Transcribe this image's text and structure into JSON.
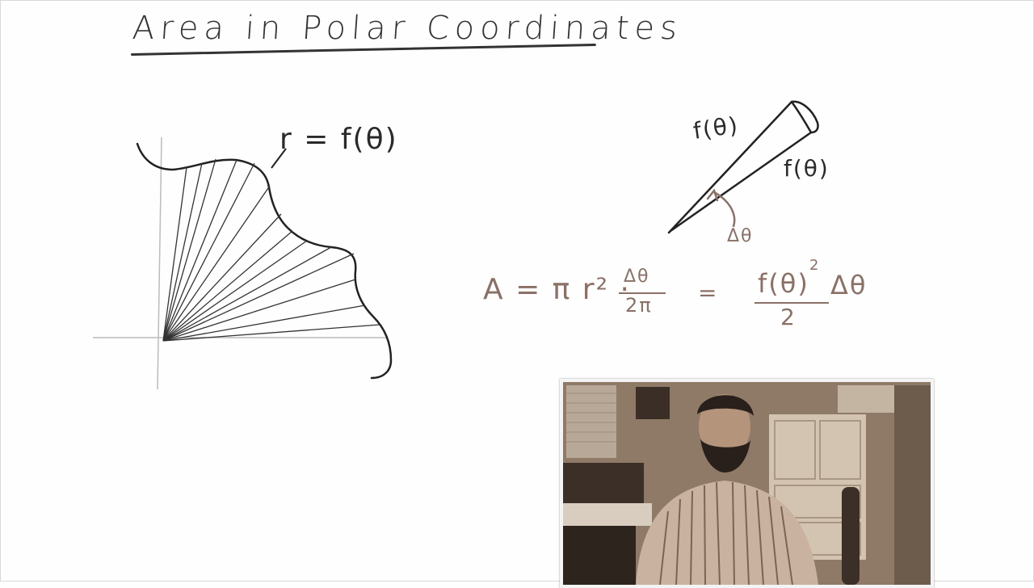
{
  "title": "Area in Polar Coordinates",
  "sketch": {
    "curve_label": "r = f(θ)"
  },
  "wedge": {
    "side_label_1": "f(θ)",
    "side_label_2": "f(θ)",
    "angle_label": "Δθ"
  },
  "equation": {
    "lhs": "A = π r² ·",
    "frac1_num": "Δθ",
    "frac1_den": "2π",
    "equals": "=",
    "frac2_num": "f(θ)",
    "exponent": "2",
    "frac2_den": "2",
    "tail": "Δθ"
  },
  "colors": {
    "ink_dark": "#2a2a2a",
    "ink_brown": "#8a7066",
    "background": "#fefefe"
  }
}
